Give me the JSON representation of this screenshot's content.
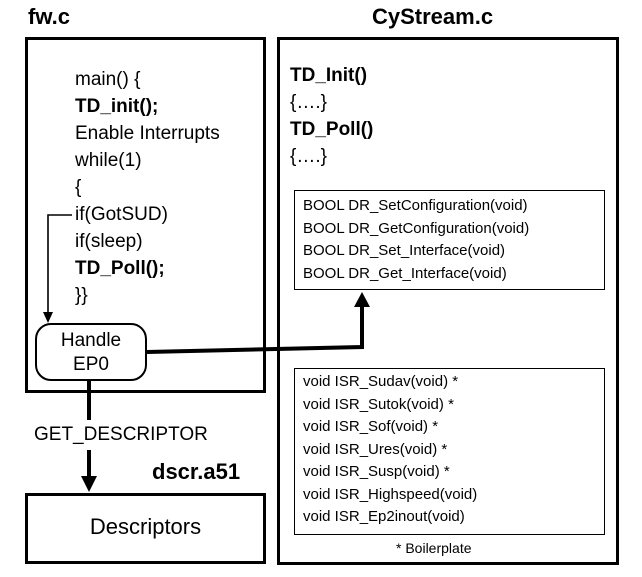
{
  "fw": {
    "title": "fw.c",
    "code": [
      {
        "text": "main() {",
        "bold": false
      },
      {
        "text": "TD_init();",
        "bold": true
      },
      {
        "text": "Enable Interrupts",
        "bold": false
      },
      {
        "text": "while(1)",
        "bold": false
      },
      {
        "text": "{",
        "bold": false
      },
      {
        "text": "if(GotSUD)",
        "bold": false
      },
      {
        "text": "if(sleep)",
        "bold": false
      },
      {
        "text": "TD_Poll();",
        "bold": true
      },
      {
        "text": "}}",
        "bold": false
      }
    ],
    "handle_line1": "Handle",
    "handle_line2": "EP0"
  },
  "cystream": {
    "title": "CyStream.c",
    "code": [
      {
        "text": "TD_Init()",
        "bold": true
      },
      {
        "text": "{….}",
        "bold": false
      },
      {
        "text": "TD_Poll()",
        "bold": true
      },
      {
        "text": "{….}",
        "bold": false
      }
    ],
    "dr_functions": [
      "BOOL DR_SetConfiguration(void)",
      "BOOL DR_GetConfiguration(void)",
      "BOOL DR_Set_Interface(void)",
      "BOOL DR_Get_Interface(void)"
    ],
    "isr_functions": [
      "void ISR_Sudav(void) *",
      "void ISR_Sutok(void) *",
      "void ISR_Sof(void) *",
      "void ISR_Ures(void) *",
      "void ISR_Susp(void) *",
      "void ISR_Highspeed(void)",
      "void ISR_Ep2inout(void)"
    ],
    "footnote": "* Boilerplate"
  },
  "flow_label": "GET_DESCRIPTOR",
  "dscr": {
    "title": "dscr.a51",
    "box_label": "Descriptors"
  }
}
